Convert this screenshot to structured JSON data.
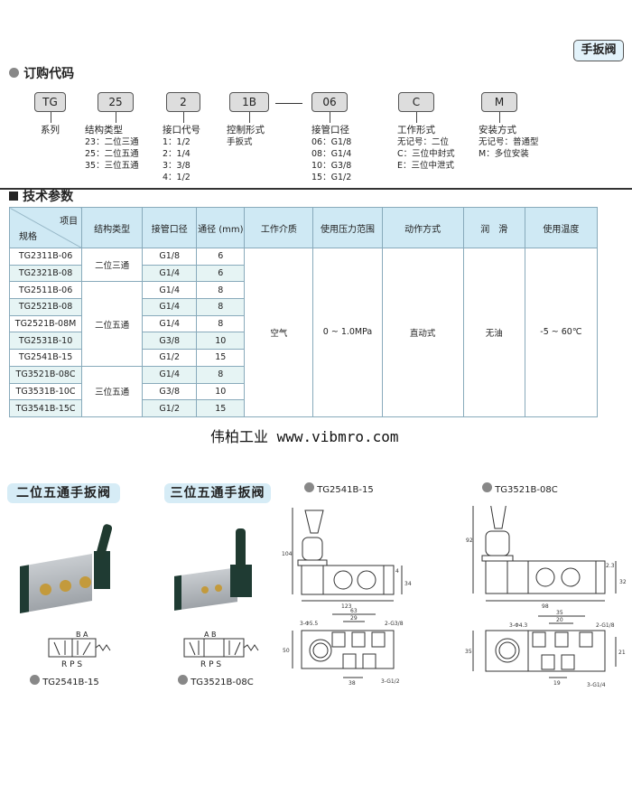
{
  "badge": "手扳阀",
  "order": {
    "title": "订购代码",
    "codes": [
      {
        "code": "TG",
        "title": "系列",
        "lines": []
      },
      {
        "code": "25",
        "title": "结构类型",
        "lines": [
          "23：二位三通",
          "25：二位五通",
          "35：三位五通"
        ]
      },
      {
        "code": "2",
        "title": "接口代号",
        "lines": [
          "1：1/2",
          "2：1/4",
          "3：3/8",
          "4：1/2"
        ]
      },
      {
        "code": "1B",
        "title": "控制形式",
        "lines": [
          "手扳式"
        ]
      },
      {
        "code": "06",
        "title": "接管口径",
        "lines": [
          "06：G1/8",
          "08：G1/4",
          "10：G3/8",
          "15：G1/2"
        ]
      },
      {
        "code": "C",
        "title": "工作形式",
        "lines": [
          "无记号：二位",
          "C：三位中封式",
          "E：三位中泄式"
        ]
      },
      {
        "code": "M",
        "title": "安装方式",
        "lines": [
          "无记号：普通型",
          "M：多位安装"
        ]
      }
    ]
  },
  "tech": {
    "title": "技术参数",
    "header": {
      "item": "项目",
      "spec": "规格",
      "cols": [
        "结构类型",
        "接管口径",
        "通径 (mm)",
        "工作介质",
        "使用压力范围",
        "动作方式",
        "润　滑",
        "使用温度"
      ]
    },
    "rows": [
      [
        "TG2311B-06",
        "G1/8",
        "6"
      ],
      [
        "TG2321B-08",
        "G1/4",
        "6"
      ],
      [
        "TG2511B-06",
        "G1/4",
        "8"
      ],
      [
        "TG2521B-08",
        "G1/4",
        "8"
      ],
      [
        "TG2521B-08M",
        "G1/4",
        "8"
      ],
      [
        "TG2531B-10",
        "G3/8",
        "10"
      ],
      [
        "TG2541B-15",
        "G1/2",
        "15"
      ],
      [
        "TG3521B-08C",
        "G1/4",
        "8"
      ],
      [
        "TG3531B-10C",
        "G3/8",
        "10"
      ],
      [
        "TG3541B-15C",
        "G1/2",
        "15"
      ]
    ],
    "types": [
      "二位三通",
      "二位五通",
      "三位五通"
    ],
    "medium": "空气",
    "pressure": "0 ~ 1.0MPa",
    "action": "直动式",
    "lube": "无油",
    "temp": "-5 ~ 60℃"
  },
  "watermark": "伟柏工业 www.vibmro.com",
  "products": [
    {
      "title": "二位五通手扳阀",
      "model": "TG2541B-15",
      "symbol": [
        "B A",
        "R P S"
      ]
    },
    {
      "title": "三位五通手扳阀",
      "model": "TG3521B-08C",
      "symbol": [
        "A B",
        "R P S"
      ]
    }
  ],
  "drawings": [
    {
      "model": "TG2541B-15",
      "dims": [
        "104",
        "123",
        "4",
        "34",
        "63",
        "29",
        "3-Φ5.5",
        "2-G3/8",
        "50",
        "38",
        "3-G1/2"
      ]
    },
    {
      "model": "TG3521B-08C",
      "dims": [
        "92",
        "98",
        "2.3",
        "32",
        "35",
        "20",
        "3-Φ4.3",
        "2-G1/8",
        "35",
        "21",
        "19",
        "3-G1/4"
      ]
    }
  ]
}
